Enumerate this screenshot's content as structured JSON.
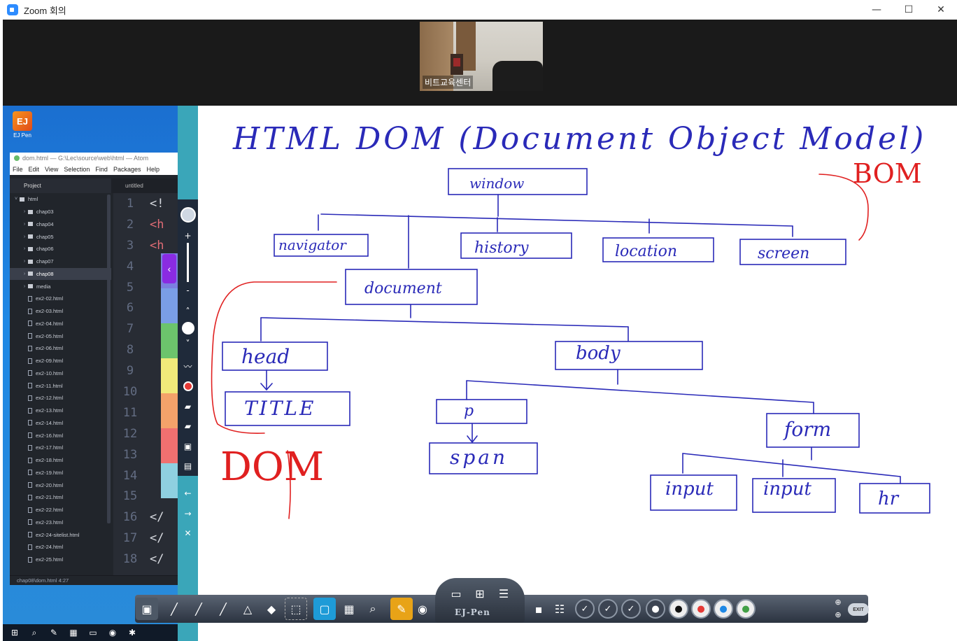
{
  "window": {
    "title": "Zoom 회의",
    "controls": [
      "—",
      "☐",
      "✕"
    ]
  },
  "video": {
    "participant_name": "비트교육센터"
  },
  "desktop": {
    "ejpen_icon_label": "EJ Pen"
  },
  "atom": {
    "title": "dom.html — G:\\Lec\\source\\web\\html — Atom",
    "menu": [
      "File",
      "Edit",
      "View",
      "Selection",
      "Find",
      "Packages",
      "Help"
    ],
    "tabs": [
      "Project",
      "untitled"
    ],
    "tree": [
      {
        "label": "html",
        "type": "folder-root"
      },
      {
        "label": "chap03",
        "type": "folder"
      },
      {
        "label": "chap04",
        "type": "folder"
      },
      {
        "label": "chap05",
        "type": "folder"
      },
      {
        "label": "chap06",
        "type": "folder"
      },
      {
        "label": "chap07",
        "type": "folder"
      },
      {
        "label": "chap08",
        "type": "folder",
        "selected": true
      },
      {
        "label": "media",
        "type": "folder"
      },
      {
        "label": "ex2-02.html",
        "type": "file"
      },
      {
        "label": "ex2-03.html",
        "type": "file"
      },
      {
        "label": "ex2-04.html",
        "type": "file"
      },
      {
        "label": "ex2-05.html",
        "type": "file"
      },
      {
        "label": "ex2-06.html",
        "type": "file"
      },
      {
        "label": "ex2-09.html",
        "type": "file"
      },
      {
        "label": "ex2-10.html",
        "type": "file"
      },
      {
        "label": "ex2-11.html",
        "type": "file"
      },
      {
        "label": "ex2-12.html",
        "type": "file"
      },
      {
        "label": "ex2-13.html",
        "type": "file"
      },
      {
        "label": "ex2-14.html",
        "type": "file"
      },
      {
        "label": "ex2-16.html",
        "type": "file"
      },
      {
        "label": "ex2-17.html",
        "type": "file"
      },
      {
        "label": "ex2-18.html",
        "type": "file"
      },
      {
        "label": "ex2-19.html",
        "type": "file"
      },
      {
        "label": "ex2-20.html",
        "type": "file"
      },
      {
        "label": "ex2-21.html",
        "type": "file"
      },
      {
        "label": "ex2-22.html",
        "type": "file"
      },
      {
        "label": "ex2-23.html",
        "type": "file"
      },
      {
        "label": "ex2-24-sitelist.html",
        "type": "file"
      },
      {
        "label": "ex2-24.html",
        "type": "file"
      },
      {
        "label": "ex2-25.html",
        "type": "file"
      }
    ],
    "lines": [
      {
        "n": "1",
        "code": "<!"
      },
      {
        "n": "2",
        "code": "<h"
      },
      {
        "n": "3",
        "code": "<h"
      },
      {
        "n": "4",
        "code": ""
      },
      {
        "n": "5",
        "code": ""
      },
      {
        "n": "6",
        "code": ""
      },
      {
        "n": "7",
        "code": ""
      },
      {
        "n": "8",
        "code": ""
      },
      {
        "n": "9",
        "code": ""
      },
      {
        "n": "10",
        "code": ""
      },
      {
        "n": "11",
        "code": ""
      },
      {
        "n": "12",
        "code": ""
      },
      {
        "n": "13",
        "code": ""
      },
      {
        "n": "14",
        "code": ""
      },
      {
        "n": "15",
        "code": ""
      },
      {
        "n": "16",
        "code": "</"
      },
      {
        "n": "17",
        "code": "</"
      },
      {
        "n": "18",
        "code": "</"
      }
    ],
    "status": "chap08\\dom.html   4:27"
  },
  "board": {
    "heading": "HTML DOM (Document Object Model)",
    "bom_label": "BOM",
    "dom_label": "DOM",
    "nodes": {
      "window": "window",
      "navigator": "navigator",
      "history": "history",
      "location": "location",
      "screen": "screen",
      "document": "document",
      "head": "head",
      "body": "body",
      "title": "TITLE",
      "p": "p",
      "span": "span",
      "form": "form",
      "input1": "input",
      "input2": "input",
      "hr": "hr"
    },
    "ink_color": "#2a2ab8",
    "accent_color": "#e02020"
  },
  "penbar": {
    "brand": "EJ-Pen",
    "exit_label": "EXIT"
  }
}
